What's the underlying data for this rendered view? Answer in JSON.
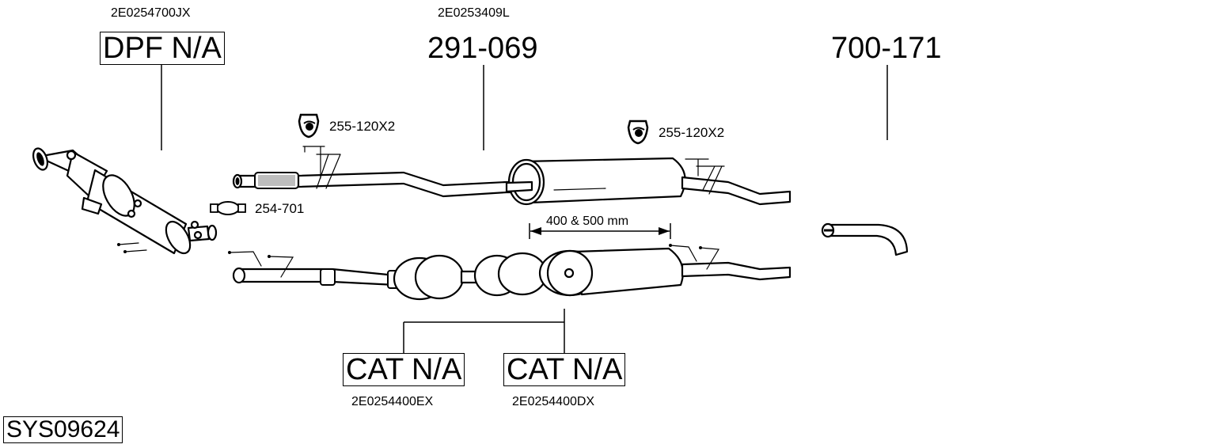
{
  "diagram_id": "SYS09624",
  "parts": [
    {
      "id": "dpf",
      "label": "DPF N/A",
      "oe_number": "2E0254700JX",
      "boxed": true
    },
    {
      "id": "middle-section",
      "label": "291-069",
      "oe_number": "2E0253409L",
      "boxed": false
    },
    {
      "id": "tailpipe",
      "label": "700-171",
      "oe_number": "",
      "boxed": false
    },
    {
      "id": "cat-1",
      "label": "CAT N/A",
      "oe_number": "2E0254400EX",
      "boxed": true
    },
    {
      "id": "cat-2",
      "label": "CAT N/A",
      "oe_number": "2E0254400DX",
      "boxed": true
    }
  ],
  "accessories": [
    {
      "id": "rubber-mount-1",
      "icon": "rubber-mount-icon",
      "label": "255-120X2"
    },
    {
      "id": "rubber-mount-2",
      "icon": "rubber-mount-icon",
      "label": "255-120X2"
    },
    {
      "id": "clamp",
      "icon": "pipe-clamp-icon",
      "label": "254-701"
    }
  ],
  "dimension": {
    "label": "400 & 500 mm"
  }
}
